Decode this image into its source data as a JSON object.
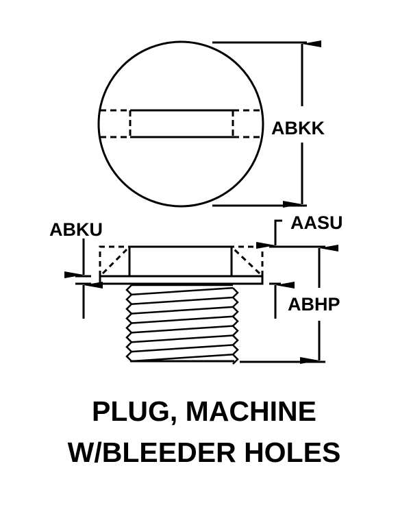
{
  "dimensions": {
    "diameter": "ABKK",
    "flange_thickness": "ABKU",
    "head_height": "AASU",
    "overall_length": "ABHP"
  },
  "title": {
    "line1": "PLUG, MACHINE",
    "line2": "W/BLEEDER HOLES"
  },
  "colors": {
    "ink": "#000000",
    "background": "#ffffff"
  }
}
